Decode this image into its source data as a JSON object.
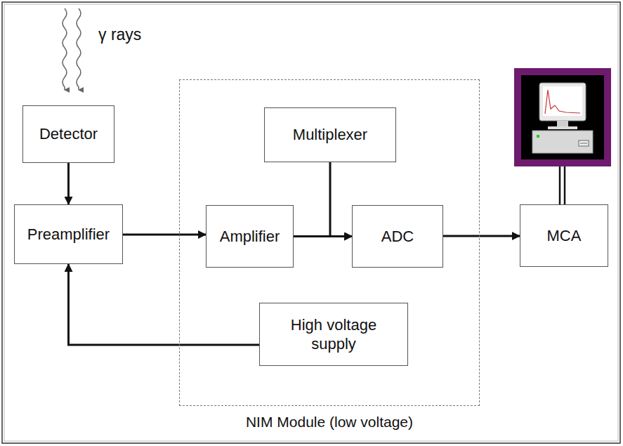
{
  "diagram": {
    "nodes": [
      {
        "text": [
          "Detector"
        ]
      },
      {
        "text": [
          "Preamplifier"
        ]
      },
      {
        "text": [
          "NIM Module (low voltage)"
        ]
      },
      {
        "text": [
          "Multiplexer"
        ],
        "in": 2
      },
      {
        "text": [
          "Amplifier"
        ],
        "in": 2
      },
      {
        "text": [
          "ADC"
        ],
        "in": 2
      },
      {
        "text": [
          "High voltage supply"
        ],
        "in": 2
      },
      {
        "text": [
          "MCA"
        ]
      }
    ],
    "edges": [
      {
        "from": 0,
        "to": 1,
        "arrow": "to"
      },
      {
        "from": 1,
        "to": 4,
        "arrow": "to"
      },
      {
        "from": 4,
        "to": 5,
        "arrow": "to"
      },
      {
        "from": 3,
        "to": 5,
        "arrow": "to"
      },
      {
        "from": 5,
        "to": 7,
        "arrow": "to"
      },
      {
        "from": 6,
        "to": 1,
        "arrow": "to"
      }
    ],
    "labels": [
      "γ rays"
    ]
  }
}
